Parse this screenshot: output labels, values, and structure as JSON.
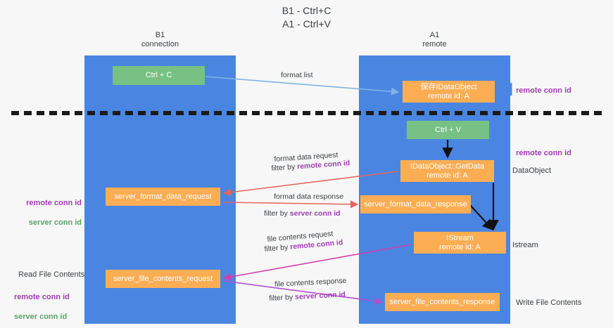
{
  "title": "B1 - Ctrl+C\nA1 - Ctrl+V",
  "columns": {
    "left": {
      "header": "B1\nconnection"
    },
    "right": {
      "header": "A1\nremote"
    }
  },
  "nodes": {
    "ctrl_c": {
      "label": "Ctrl + C",
      "color": "#76c183"
    },
    "save_idataobject": {
      "label": "保存IDataObject\nremote id: A",
      "color": "#fbad54"
    },
    "ctrl_v": {
      "label": "Ctrl + V",
      "color": "#76c183"
    },
    "getdata": {
      "label": "IDataObject::GetData\nremote id: A",
      "color": "#fbad54"
    },
    "server_format_data_request": {
      "label": "server_format_data_request",
      "color": "#fbad54"
    },
    "server_format_data_response": {
      "label": "server_format_data_response",
      "color": "#fbad54"
    },
    "istream": {
      "label": "IStream\nremote id: A",
      "color": "#fbad54"
    },
    "server_file_contents_request": {
      "label": "server_file_contents_request",
      "color": "#fbad54"
    },
    "server_file_contents_response": {
      "label": "server_file_contents_response",
      "color": "#fbad54"
    }
  },
  "edges": {
    "format_list": {
      "label": "format list",
      "color": "#7fb4e4"
    },
    "format_data_request": {
      "label": "format data request",
      "filter_prefix": "filter by ",
      "filter_value": "remote conn id",
      "color": "#e8645a"
    },
    "format_data_response": {
      "label": "format data response",
      "filter_prefix": "filter by ",
      "filter_value": "server conn id",
      "color": "#e8645a"
    },
    "file_contents_request": {
      "label": "file contents request",
      "filter_prefix": "filter by ",
      "filter_value": "remote conn id",
      "color": "#d43fb0"
    },
    "file_contents_response": {
      "label": "file contents response",
      "filter_prefix": "filter by ",
      "filter_value": "server conn id",
      "color": "#b24fd0"
    }
  },
  "annotations": {
    "remote_conn_id_top": "remote conn id",
    "remote_conn_id_mid": "remote conn id",
    "dataobject": "DataObject",
    "istream": "Istream",
    "write_file_contents": "Write File Contents",
    "read_file_contents": "Read File Contents",
    "left_pair_top": {
      "remote": "remote conn id",
      "server": "server conn id"
    },
    "left_pair_bottom": {
      "remote": "remote conn id",
      "server": "server conn id"
    }
  },
  "divider": {
    "style": "dashed",
    "color": "#1a1a1a"
  },
  "colors": {
    "lane": "#4a86e1",
    "green_node": "#76c183",
    "orange_node": "#fbad54",
    "purple_text": "#a03cb4",
    "green_text": "#5aa36a",
    "background": "#f7f7f7"
  }
}
